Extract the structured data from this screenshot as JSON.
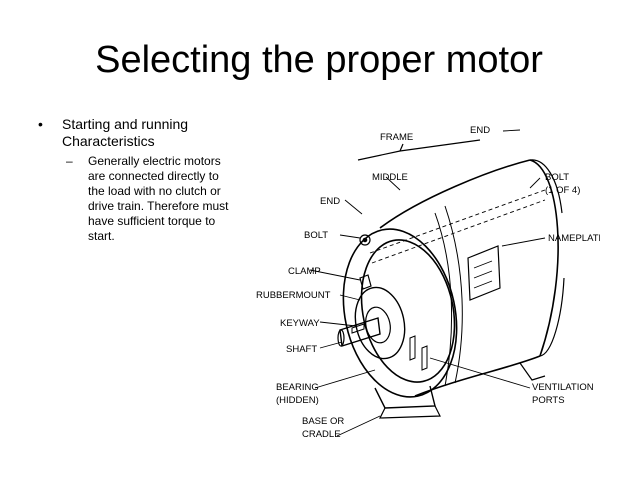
{
  "slide": {
    "title": "Selecting the proper motor",
    "bullets": [
      {
        "marker": "•",
        "text": "Starting and running Characteristics",
        "sub": [
          {
            "marker": "–",
            "text": "Generally electric motors are connected directly to the load with no clutch or drive train.  Therefore must have sufficient torque to start."
          }
        ]
      }
    ]
  },
  "diagram": {
    "labels": {
      "frame": "FRAME",
      "end_top": "END",
      "middle": "MIDDLE",
      "end_left": "END",
      "bolt_right": "BOLT",
      "bolt_count": "(1 OF 4)",
      "bolt_left": "BOLT",
      "nameplate": "NAMEPLATE",
      "clamp": "CLAMP",
      "rubbermount": "RUBBERMOUNT",
      "keyway": "KEYWAY",
      "shaft": "SHAFT",
      "bearing": "BEARING",
      "hidden": "(HIDDEN)",
      "base_or": "BASE OR",
      "cradle": "CRADLE",
      "ventilation": "VENTILATION",
      "ports": "PORTS"
    }
  }
}
